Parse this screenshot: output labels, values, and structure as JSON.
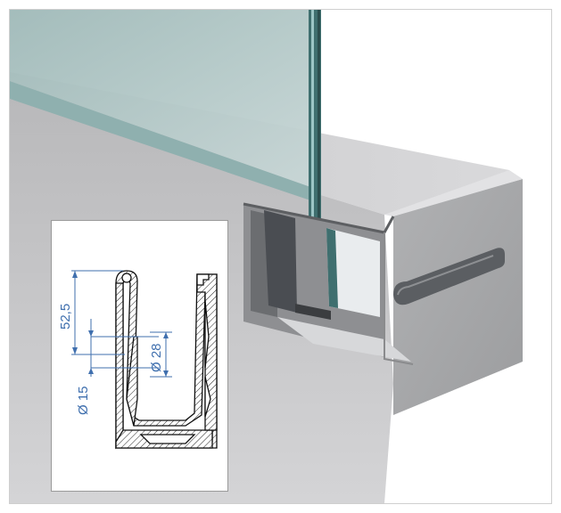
{
  "figure": {
    "description_colors": {
      "dimension_line": "#3f6fae",
      "glass": "#7fa8a8",
      "profile_metal": "#a7a8aa",
      "gasket": "#4a4d52"
    }
  },
  "section_drawing": {
    "dimensions": {
      "height": "52,5",
      "inner_diameter": "Ø 28",
      "outer_diameter": "Ø 15"
    }
  }
}
